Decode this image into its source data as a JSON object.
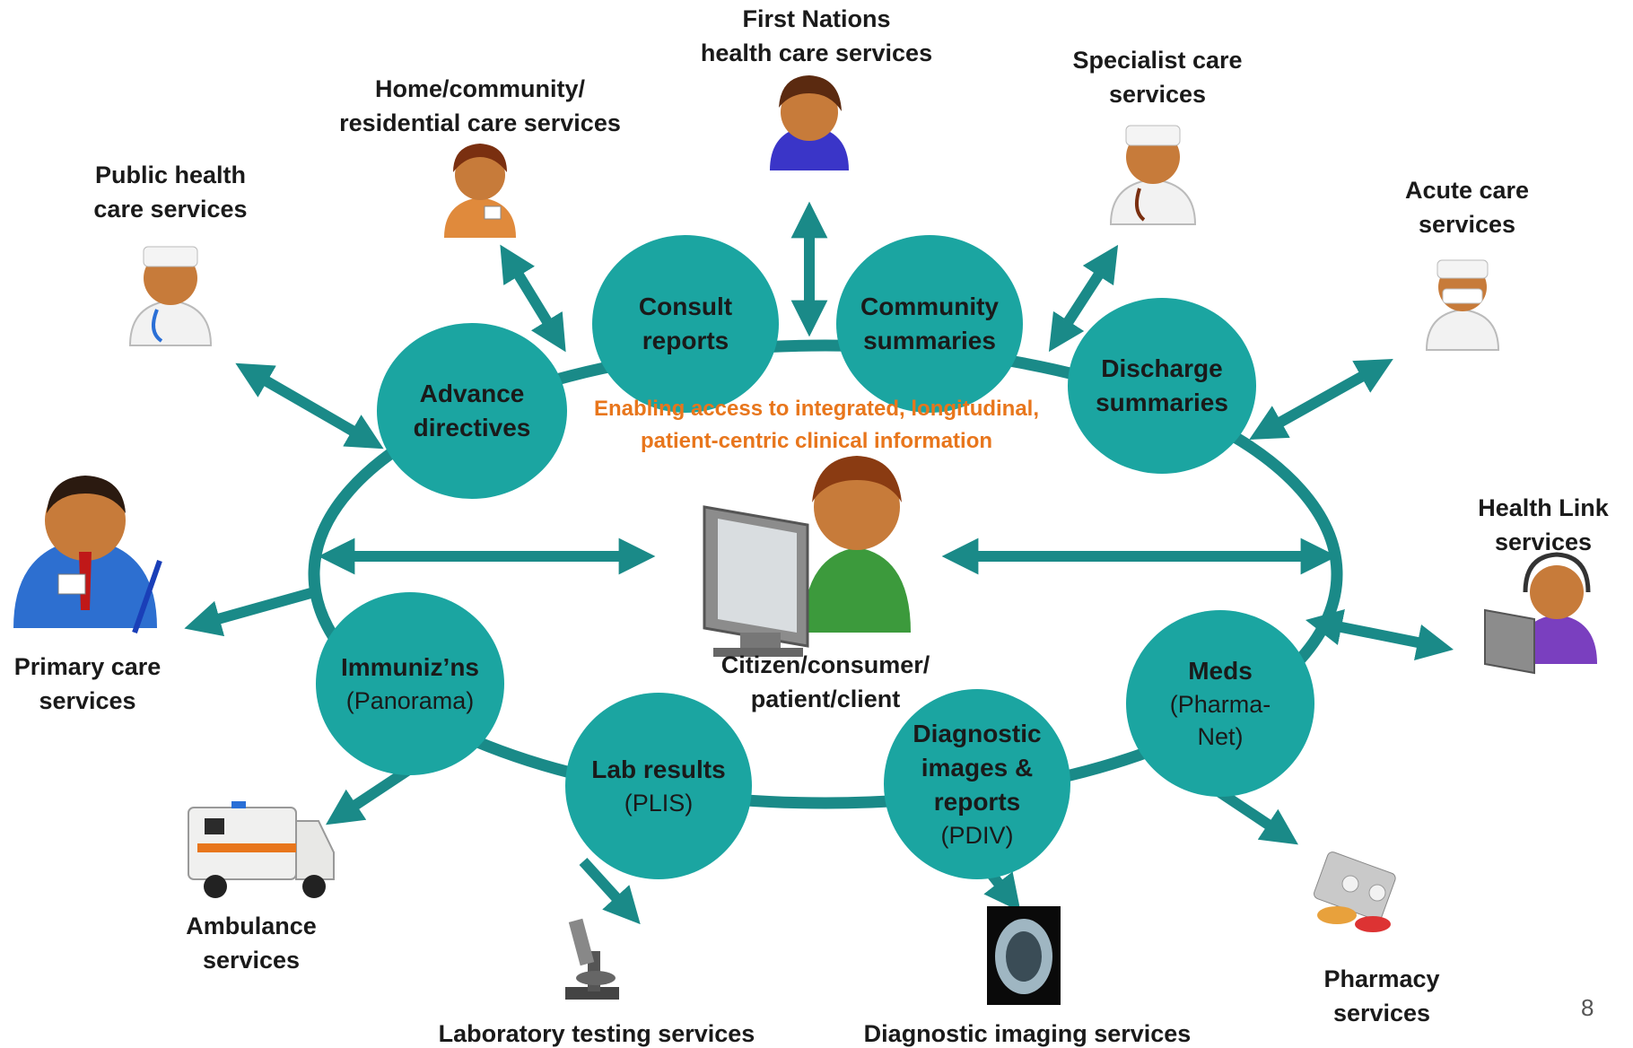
{
  "center": {
    "tagline": "Enabling access to integrated, longitudinal,\npatient-centric clinical information",
    "label": "Citizen/consumer/\npatient/client"
  },
  "nodes": {
    "consult": {
      "title": "Consult\nreports"
    },
    "community": {
      "title": "Community\nsummaries"
    },
    "advance": {
      "title": "Advance\ndirectives"
    },
    "discharge": {
      "title": "Discharge\nsummaries"
    },
    "immun": {
      "title": "Immuniz’ns",
      "sub": "(Panorama)"
    },
    "meds": {
      "title": "Meds",
      "sub": "(Pharma-\nNet)"
    },
    "lab": {
      "title": "Lab results",
      "sub": "(PLIS)"
    },
    "diag": {
      "title": "Diagnostic\nimages &\nreports",
      "sub": "(PDIV)"
    }
  },
  "services": {
    "first_nations": "First Nations\nhealth care services",
    "home": "Home/community/\nresidential care services",
    "specialist": "Specialist care\nservices",
    "public": "Public health\ncare services",
    "acute": "Acute care\nservices",
    "health_link": "Health Link\nservices",
    "primary": "Primary care\nservices",
    "ambulance": "Ambulance\nservices",
    "lab_testing": "Laboratory testing services",
    "diag_imaging": "Diagnostic imaging services",
    "pharmacy": "Pharmacy\nservices"
  },
  "page_number": "8",
  "colors": {
    "teal": "#1ba5a1",
    "arrow": "#1a8a88",
    "tagline": "#e8761c"
  },
  "icons": [
    "doctor-icon",
    "nurse-icon",
    "computer-user-icon",
    "headset-operator-icon",
    "ambulance-icon",
    "microscope-icon",
    "brain-scan-icon",
    "pills-icon"
  ]
}
